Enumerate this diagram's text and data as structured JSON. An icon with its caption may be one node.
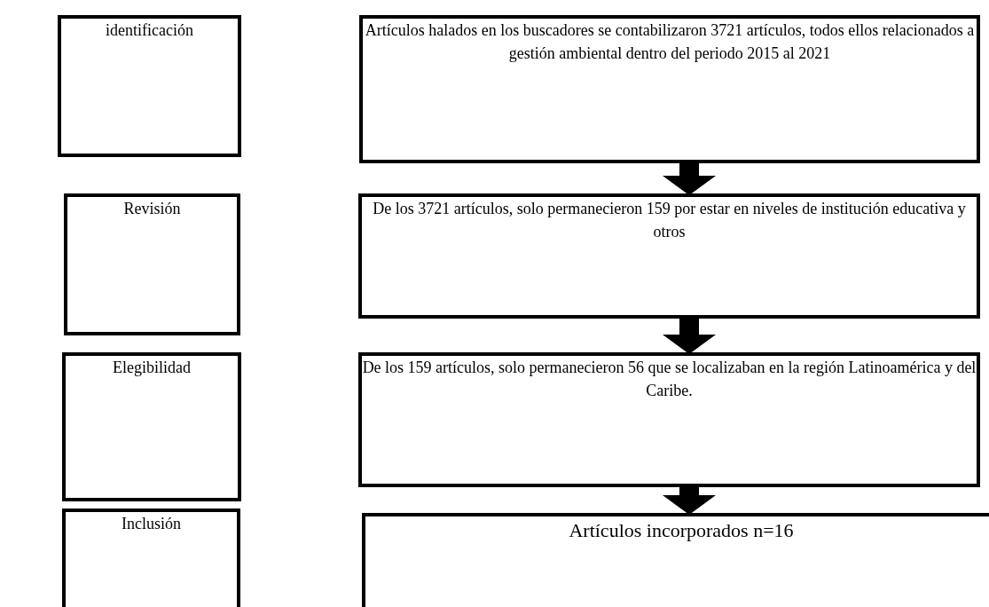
{
  "diagram": {
    "nodes": [
      {
        "text": [
          "identificación"
        ]
      },
      {
        "text": [
          "Artículos halados en los buscadores se contabilizaron 3721 artículos, todos ellos relacionados a gestión ambiental dentro del periodo 2015 al 2021"
        ]
      },
      {
        "text": [
          "Revisión"
        ]
      },
      {
        "text": [
          "De los 3721 artículos, solo permanecieron 159 por estar en niveles de institución educativa y otros"
        ]
      },
      {
        "text": [
          "Elegibilidad"
        ]
      },
      {
        "text": [
          "De los 159 artículos, solo permanecieron 56 que se localizaban en la región Latinoamérica y del Caribe."
        ]
      },
      {
        "text": [
          "Inclusión"
        ]
      },
      {
        "text": [
          "Artículos incorporados n=16"
        ]
      }
    ],
    "edges": [
      {
        "from": 1,
        "to": 3,
        "arrow": "to"
      },
      {
        "from": 3,
        "to": 5,
        "arrow": "to"
      },
      {
        "from": 5,
        "to": 7,
        "arrow": "to"
      }
    ]
  }
}
